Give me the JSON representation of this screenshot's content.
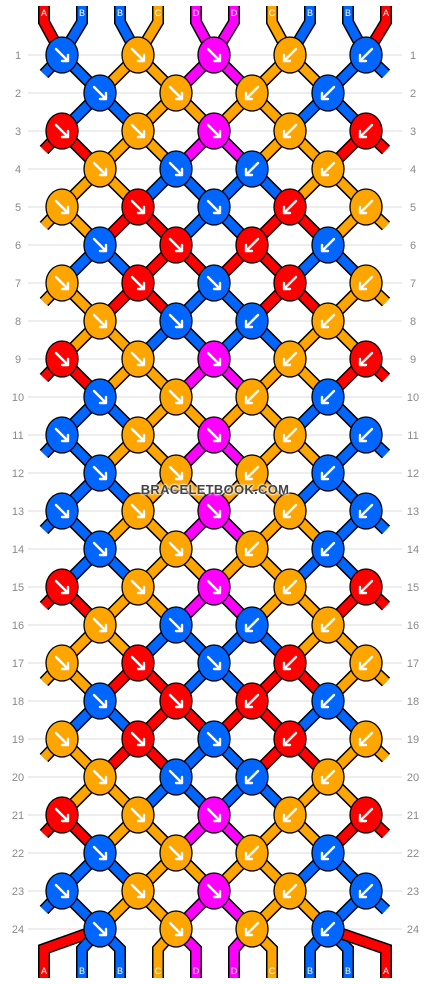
{
  "colors": {
    "A": "#ff0000",
    "B": "#0066ff",
    "C": "#ffa500",
    "D": "#ff00ff"
  },
  "strands_top": [
    "A",
    "B",
    "B",
    "C",
    "D",
    "D",
    "C",
    "B",
    "B",
    "A"
  ],
  "strands_bottom": [
    "A",
    "B",
    "B",
    "C",
    "D",
    "D",
    "C",
    "B",
    "B",
    "A"
  ],
  "rows": [
    {
      "label": "1",
      "knots": [
        "B",
        "C",
        "D",
        "C",
        "B"
      ]
    },
    {
      "label": "2",
      "knots": [
        "B",
        "C",
        "C",
        "B"
      ]
    },
    {
      "label": "3",
      "knots": [
        "A",
        "C",
        "D",
        "C",
        "A"
      ]
    },
    {
      "label": "4",
      "knots": [
        "C",
        "B",
        "B",
        "C"
      ]
    },
    {
      "label": "5",
      "knots": [
        "C",
        "A",
        "B",
        "A",
        "C"
      ]
    },
    {
      "label": "6",
      "knots": [
        "B",
        "A",
        "A",
        "B"
      ]
    },
    {
      "label": "7",
      "knots": [
        "C",
        "A",
        "B",
        "A",
        "C"
      ]
    },
    {
      "label": "8",
      "knots": [
        "C",
        "B",
        "B",
        "C"
      ]
    },
    {
      "label": "9",
      "knots": [
        "A",
        "C",
        "D",
        "C",
        "A"
      ]
    },
    {
      "label": "10",
      "knots": [
        "B",
        "C",
        "C",
        "B"
      ]
    },
    {
      "label": "11",
      "knots": [
        "B",
        "C",
        "D",
        "C",
        "B"
      ]
    },
    {
      "label": "12",
      "knots": [
        "B",
        "C",
        "C",
        "B"
      ]
    },
    {
      "label": "13",
      "knots": [
        "B",
        "C",
        "D",
        "C",
        "B"
      ]
    },
    {
      "label": "14",
      "knots": [
        "B",
        "C",
        "C",
        "B"
      ]
    },
    {
      "label": "15",
      "knots": [
        "A",
        "C",
        "D",
        "C",
        "A"
      ]
    },
    {
      "label": "16",
      "knots": [
        "C",
        "B",
        "B",
        "C"
      ]
    },
    {
      "label": "17",
      "knots": [
        "C",
        "A",
        "B",
        "A",
        "C"
      ]
    },
    {
      "label": "18",
      "knots": [
        "B",
        "A",
        "A",
        "B"
      ]
    },
    {
      "label": "19",
      "knots": [
        "C",
        "A",
        "B",
        "A",
        "C"
      ]
    },
    {
      "label": "20",
      "knots": [
        "C",
        "B",
        "B",
        "C"
      ]
    },
    {
      "label": "21",
      "knots": [
        "A",
        "C",
        "D",
        "C",
        "A"
      ]
    },
    {
      "label": "22",
      "knots": [
        "B",
        "C",
        "C",
        "B"
      ]
    },
    {
      "label": "23",
      "knots": [
        "B",
        "C",
        "D",
        "C",
        "B"
      ]
    },
    {
      "label": "24",
      "knots": [
        "B",
        "C",
        "C",
        "B"
      ]
    }
  ],
  "watermark": "BRACELETBOOK.COM"
}
